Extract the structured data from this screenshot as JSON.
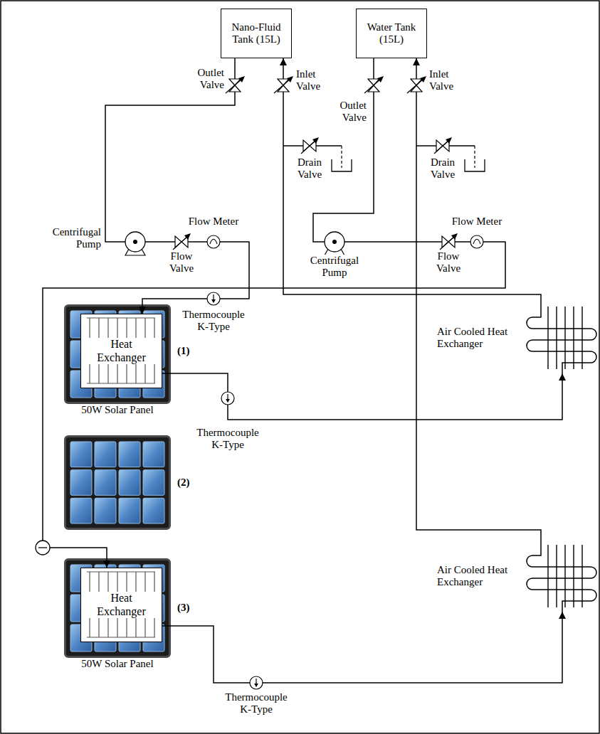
{
  "diagram": {
    "nodes": [
      {
        "text": [
          "Nano-Fluid Tank (15L)"
        ]
      },
      {
        "text": [
          "Water Tank (15L)"
        ]
      },
      {
        "text": [
          "(1)",
          "50W Solar Panel"
        ]
      },
      {
        "text": [
          "Heat Exchanger"
        ],
        "in": 2
      },
      {
        "text": [
          "(2)"
        ]
      },
      {
        "text": [
          "(3)",
          "50W Solar Panel"
        ]
      },
      {
        "text": [
          "Heat Exchanger"
        ],
        "in": 5
      },
      {
        "text": [
          "Air Cooled Heat Exchanger"
        ]
      },
      {
        "text": [
          "Air Cooled Heat Exchanger"
        ]
      }
    ],
    "edges": [
      {
        "from": 0,
        "to": 3,
        "arrow": "to"
      },
      {
        "from": 3,
        "to": 7,
        "arrow": "to"
      },
      {
        "from": 7,
        "to": 0,
        "arrow": "to"
      },
      {
        "from": 1,
        "to": 6,
        "arrow": "to"
      },
      {
        "from": 6,
        "to": 8,
        "arrow": "to"
      },
      {
        "from": 8,
        "to": 1,
        "arrow": "to"
      }
    ],
    "labels": [
      "Outlet Valve",
      "Inlet Valve",
      "Outlet Valve",
      "Inlet Valve",
      "Drain Valve",
      "Drain Valve",
      "Flow Meter",
      "Flow Meter",
      "Centrifugal Pump",
      "Flow Valve",
      "Flow Valve",
      "Centrifugal Pump",
      "Thermocouple K-Type",
      "Thermocouple K-Type",
      "Thermocouple K-Type"
    ]
  }
}
